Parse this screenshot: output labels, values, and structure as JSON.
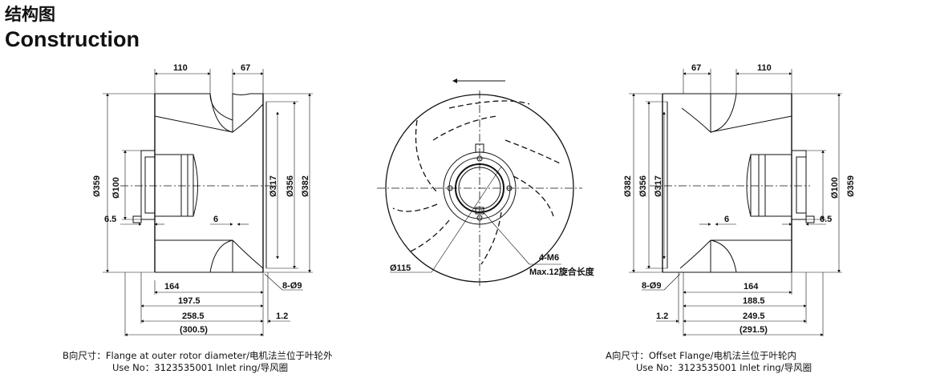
{
  "heading": {
    "cn": "结构图",
    "en": "Construction"
  },
  "left_view": {
    "dims": {
      "top_a": "110",
      "top_b": "67",
      "d359": "Ø359",
      "d100": "Ø100",
      "d317": "Ø317",
      "d356": "Ø356",
      "d382": "Ø382",
      "d65": "6.5",
      "d6": "6",
      "d164": "164",
      "d1975": "197.5",
      "d2585": "258.5",
      "d3005": "(300.5)",
      "d12": "1.2",
      "d89": "8-Ø9"
    },
    "caption_line1": "B向尺寸：Flange at outer rotor diameter/电机法兰位于叶轮外",
    "caption_line2": "Use No：3123535001 Inlet ring/导风圈"
  },
  "front_view": {
    "d115": "Ø115",
    "m6": "4-M6",
    "max12": "Max.12旋合长度",
    "rotation": "counter-clockwise"
  },
  "right_view": {
    "dims": {
      "top_a": "67",
      "top_b": "110",
      "d382": "Ø382",
      "d356": "Ø356",
      "d317": "Ø317",
      "d100": "Ø100",
      "d359": "Ø359",
      "d6": "6",
      "d65": "6.5",
      "d89": "8-Ø9",
      "d164": "164",
      "d1885": "188.5",
      "d12": "1.2",
      "d2495": "249.5",
      "d2915": "(291.5)"
    },
    "caption_line1": "A向尺寸：Offset Flange/电机法兰位于叶轮内",
    "caption_line2": "Use No：3123535001 Inlet ring/导风圈"
  }
}
